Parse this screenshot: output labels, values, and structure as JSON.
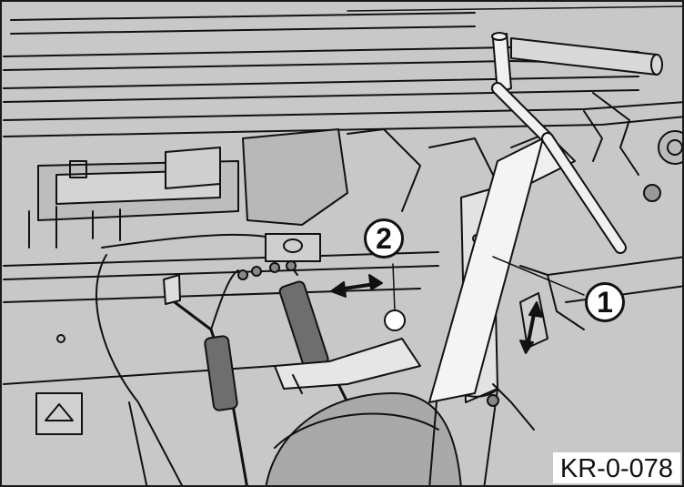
{
  "figure": {
    "callout_1": "1",
    "callout_2": "2",
    "figure_code": "KR-0-078"
  },
  "colors": {
    "background": "#c8c8c8",
    "line": "#111111",
    "highlight": "#ffffff"
  }
}
